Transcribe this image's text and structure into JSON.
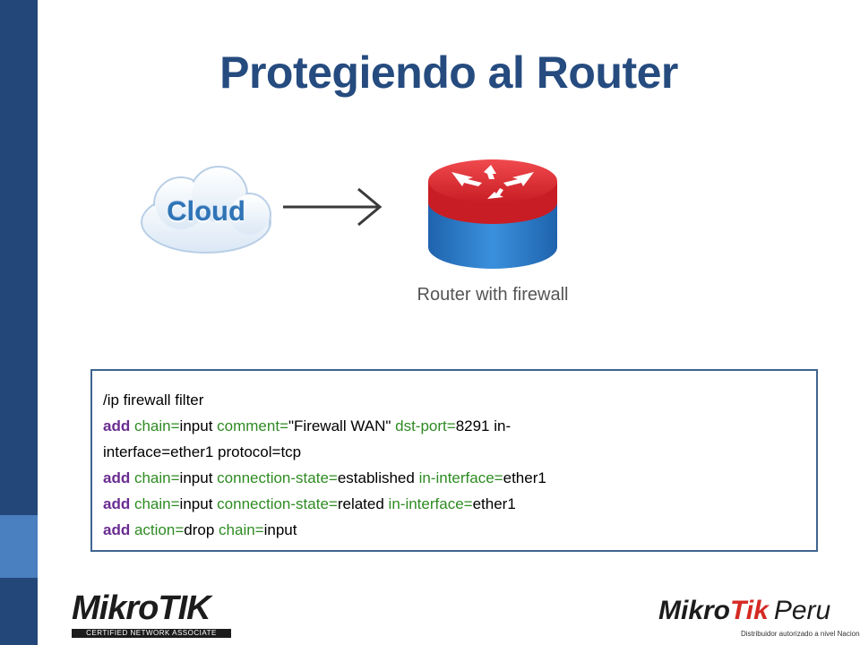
{
  "slide": {
    "title": "Protegiendo al Router",
    "cloud_label": "Cloud",
    "router_label": "Router with firewall"
  },
  "code": {
    "line1": {
      "path": "/ip firewall filter"
    },
    "line2": {
      "cmd": "add",
      "p1": "chain=",
      "v1": "input",
      "p2": "comment=",
      "v2": "\"Firewall WAN\"",
      "p3": "dst-port=",
      "v3": "8291",
      "p4": "in-"
    },
    "line3": {
      "text": "interface=ether1 protocol=tcp"
    },
    "line4": {
      "cmd": "add",
      "p1": "chain=",
      "v1": "input",
      "p2": "connection-state=",
      "v2": "established",
      "p3": "in-interface=",
      "v3": "ether1"
    },
    "line5": {
      "cmd": "add",
      "p1": "chain=",
      "v1": "input",
      "p2": "connection-state=",
      "v2": "related",
      "p3": "in-interface=",
      "v3": "ether1"
    },
    "line6": {
      "cmd": "add",
      "p1": "action=",
      "v1": "drop",
      "p2": "chain=",
      "v2": "input"
    }
  },
  "logos": {
    "left": {
      "mikro": "Mikro",
      "tik": "TIK",
      "tagline": "CERTIFIED NETWORK ASSOCIATE"
    },
    "right": {
      "mikro": "Mikro",
      "tik": "Tik",
      "peru": "Peru",
      "sub": "Distribuidor autorizado a nivel Nacional"
    }
  },
  "colors": {
    "sidebar": "#24477a",
    "title": "#254b7f",
    "keyword": "#6a2c91",
    "param": "#2e8b22",
    "router_top": "#d8242a",
    "router_body": "#2f7fcf",
    "code_border": "#3f6490"
  },
  "icons": [
    "cloud-icon",
    "arrow-right-icon",
    "router-icon"
  ]
}
